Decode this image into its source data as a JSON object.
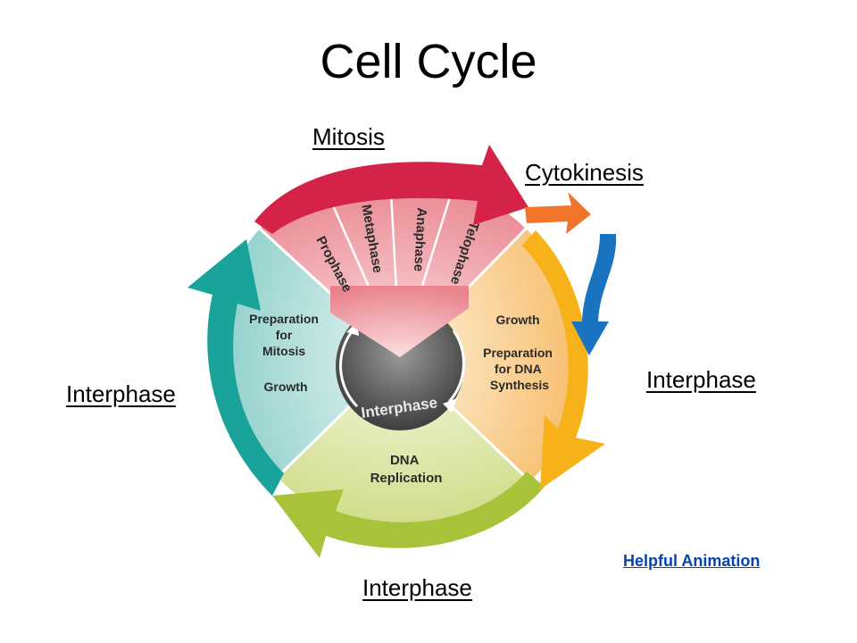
{
  "title": "Cell Cycle",
  "labels": {
    "mitosis": "Mitosis",
    "cytokinesis": "Cytokinesis",
    "interphase_right": "Interphase",
    "interphase_left": "Interphase",
    "interphase_bottom": "Interphase"
  },
  "link": {
    "text": "Helpful Animation"
  },
  "diagram": {
    "mitosis_phases": [
      "Prophase",
      "Metaphase",
      "Anaphase",
      "Telophase"
    ],
    "left_segment": [
      "Preparation",
      "for",
      "Mitosis",
      "",
      "Growth"
    ],
    "right_segment": [
      "Growth",
      "",
      "Preparation",
      "for DNA",
      "Synthesis"
    ],
    "bottom_segment": [
      "DNA",
      "Replication"
    ],
    "center_label": "Interphase"
  },
  "colors": {
    "mitosis_arrow": "#d42249",
    "mitosis_segment": "#ee9aa0",
    "left_segment": "#a9dcd8",
    "left_arrow": "#1aa39a",
    "right_segment": "#f9cf8c",
    "right_arrow": "#f6b218",
    "bottom_segment": "#dfe7a6",
    "bottom_arrow": "#a8c23a",
    "cytokinesis_arrow": "#f0742a",
    "blue_arrow": "#1a73c0",
    "center": "#5c5c5c"
  }
}
